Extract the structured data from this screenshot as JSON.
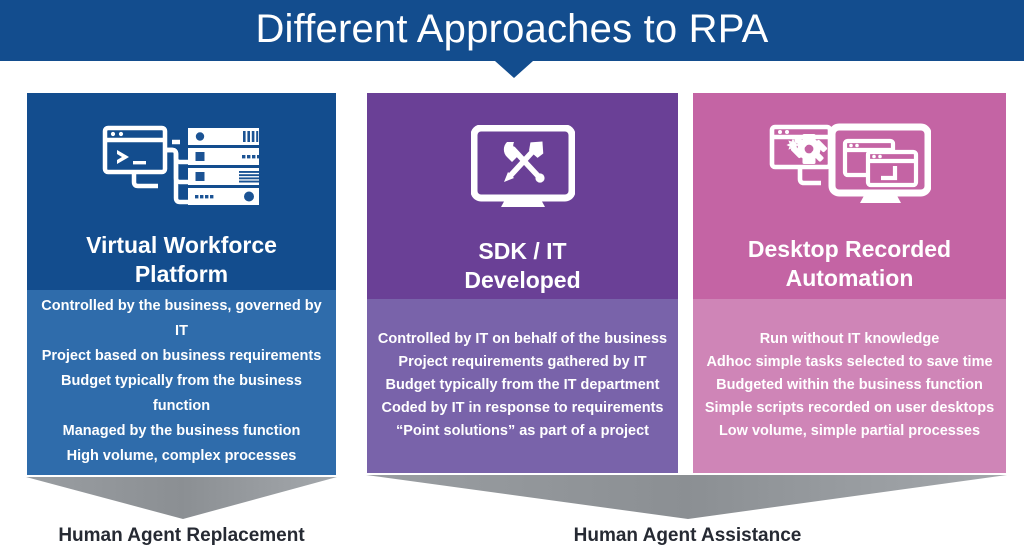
{
  "banner": {
    "title": "Different Approaches to RPA",
    "background_color": "#134d8e",
    "text_color": "#ffffff"
  },
  "columns": [
    {
      "id": "virtual-workforce-platform",
      "title": "Virtual Workforce\nPlatform",
      "icon": "terminal-server-rack-icon",
      "header_color": "#134d8e",
      "body_color": "#2f6cab",
      "bullets": [
        "Controlled by the business, governed by IT",
        "Project based on business requirements",
        "Budget typically from the business function",
        "Managed by the business function",
        "High volume, complex processes"
      ]
    },
    {
      "id": "sdk-it-developed",
      "title": "SDK / IT\nDeveloped",
      "icon": "monitor-tools-icon",
      "header_color": "#6a4096",
      "body_color": "#7963aa",
      "bullets": [
        "Controlled by IT on behalf of the business",
        "Project requirements gathered by IT",
        "Budget typically from the IT department",
        "Coded by IT in response to requirements",
        "“Point solutions” as part of a project"
      ]
    },
    {
      "id": "desktop-recorded-automation",
      "title": "Desktop Recorded\nAutomation",
      "icon": "gear-window-monitor-icon",
      "header_color": "#c464a4",
      "body_color": "#cf85b7",
      "bullets": [
        "Run without IT knowledge",
        "Adhoc simple tasks selected to save time",
        "Budgeted within the business function",
        "Simple scripts recorded on user desktops",
        "Low volume, simple partial processes"
      ]
    }
  ],
  "arrows": [
    {
      "id": "human-agent-replacement",
      "label": "Human Agent Replacement",
      "color": "#8e9296"
    },
    {
      "id": "human-agent-assistance",
      "label": "Human Agent Assistance",
      "color": "#8e9296"
    }
  ]
}
